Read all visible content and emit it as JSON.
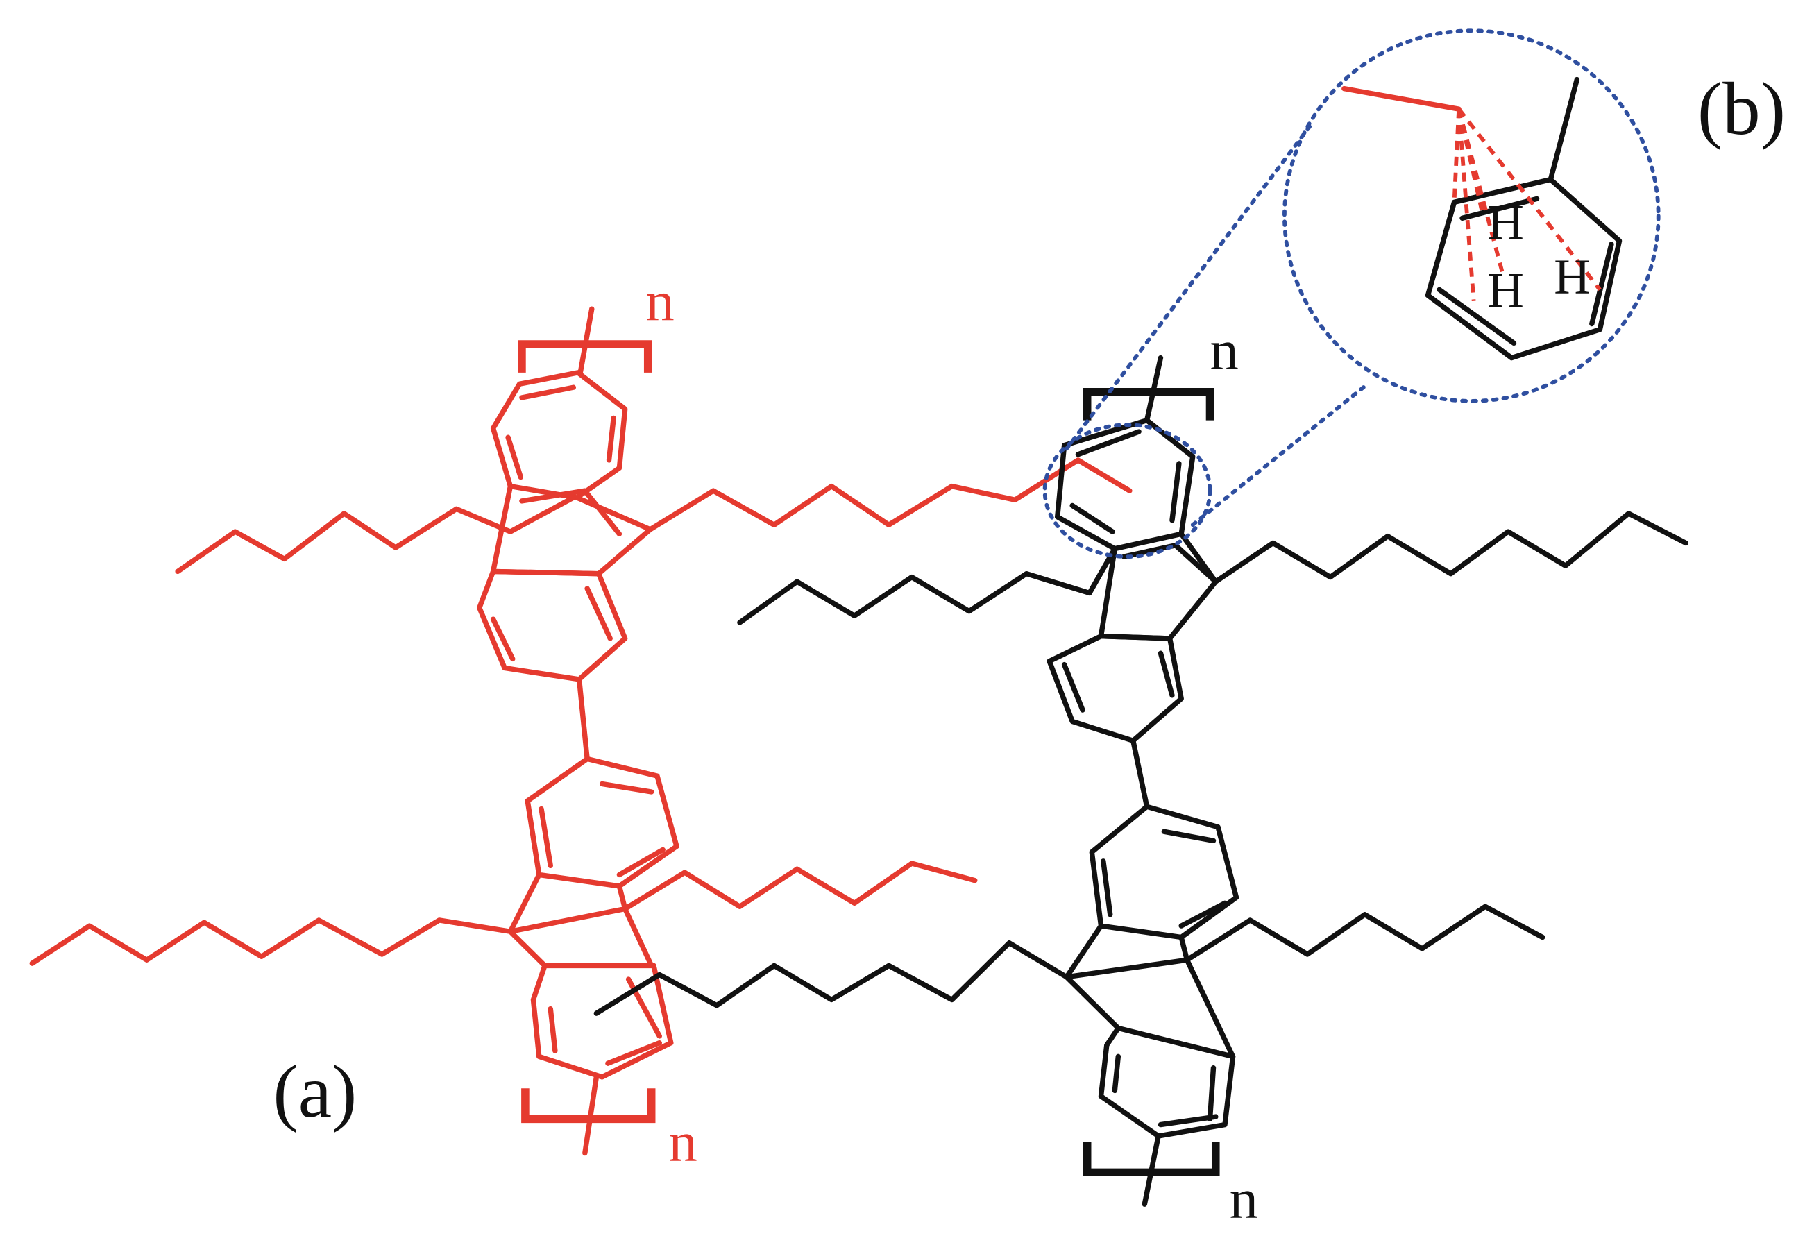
{
  "labels": {
    "panel_a": "(a)",
    "panel_b": "(b)",
    "repeat_n": "n",
    "hydrogen": "H"
  },
  "colors": {
    "chain_1": "#e53a2f",
    "chain_2": "#111111",
    "zoom_outline": "#2f4fa0"
  }
}
